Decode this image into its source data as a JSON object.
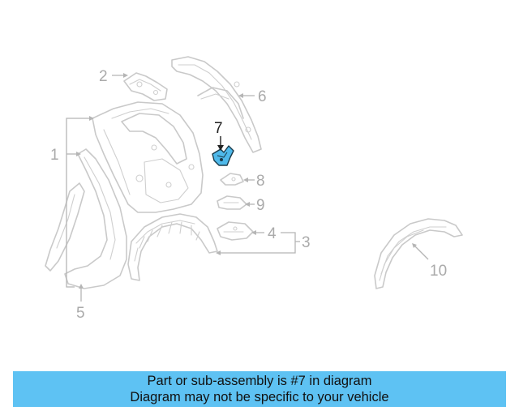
{
  "diagram": {
    "callouts": {
      "n1": "1",
      "n2": "2",
      "n3": "3",
      "n4": "4",
      "n5": "5",
      "n6": "6",
      "n7": "7",
      "n8": "8",
      "n9": "9",
      "n10": "10"
    },
    "highlight_part": "7",
    "highlight_color": "#4fb9ea"
  },
  "banner": {
    "line1": "Part or sub-assembly is #7 in diagram",
    "line2": "Diagram may not be specific to your vehicle",
    "background": "#5ec2f3"
  }
}
